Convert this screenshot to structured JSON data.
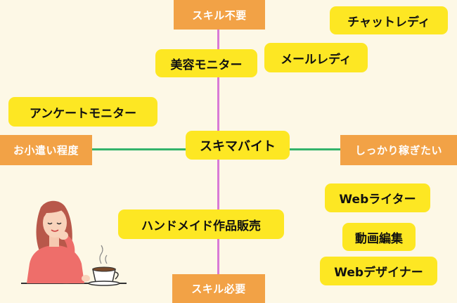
{
  "axis": {
    "top": "スキル不要",
    "bottom": "スキル必要",
    "left": "お小遣い程度",
    "right": "しっかり稼ぎたい"
  },
  "jobs": {
    "chat_lady": "チャットレディ",
    "beauty_monitor": "美容モニター",
    "mail_lady": "メールレディ",
    "survey_monitor": "アンケートモニター",
    "sukima_baito": "スキマバイト",
    "web_writer": "Webライター",
    "handmade": "ハンドメイド作品販売",
    "video_editing": "動画編集",
    "web_designer": "Webデザイナー"
  },
  "colors": {
    "background": "#fdf8e6",
    "axis_label_bg": "#f2a246",
    "job_bg": "#fde723",
    "vertical_axis": "#d97ad6",
    "horizontal_axis": "#33b36b"
  },
  "illustration": {
    "icon": "woman-with-coffee-icon"
  }
}
